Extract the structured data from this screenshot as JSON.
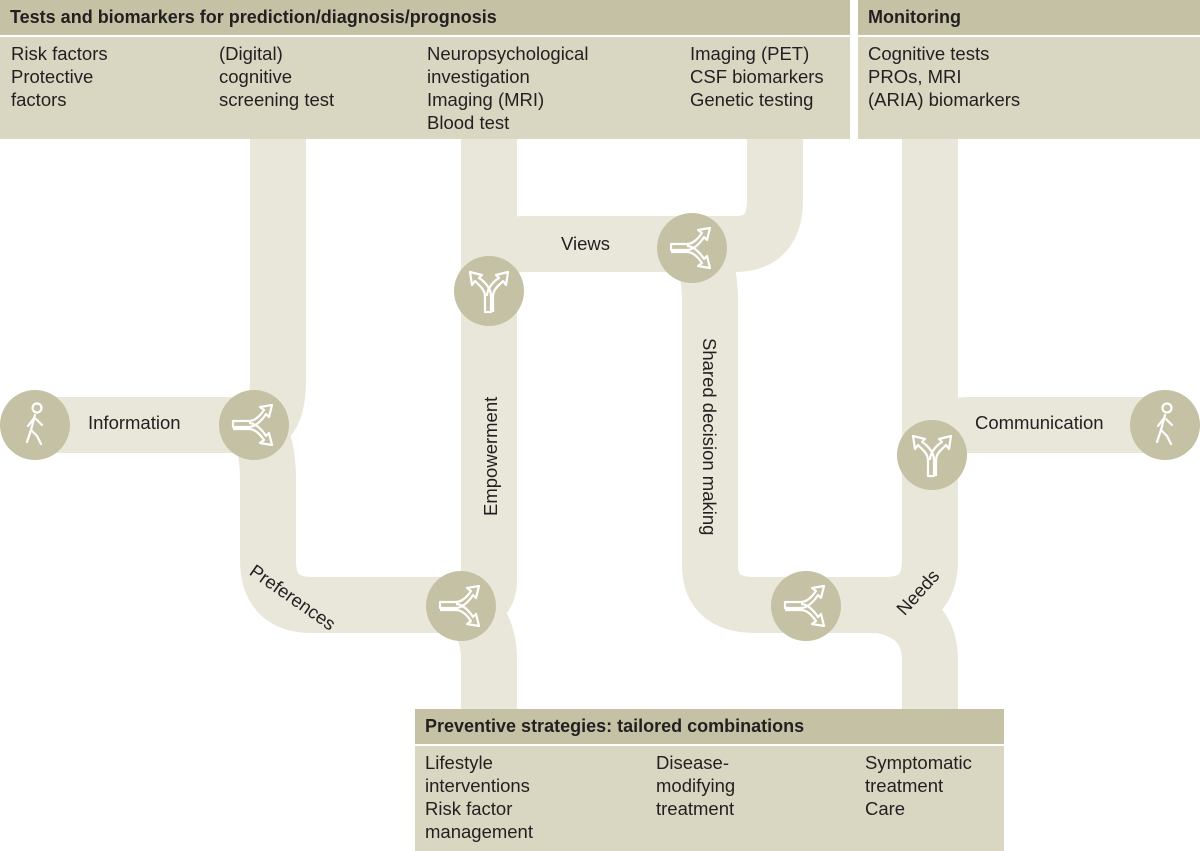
{
  "colors": {
    "road": "#e9e7da",
    "box_fill": "#d9d6c1",
    "box_header": "#c5c1a5",
    "icon_fill": "#c5c1a5",
    "text": "#231f20"
  },
  "tests_box": {
    "title": "Tests and biomarkers for prediction/diagnosis/prognosis",
    "columns": [
      [
        "Risk factors",
        "Protective",
        "factors"
      ],
      [
        "(Digital)",
        "cognitive",
        "screening test"
      ],
      [
        "Neuropsychological",
        "investigation",
        "Imaging (MRI)",
        "Blood test"
      ],
      [
        "Imaging (PET)",
        "CSF biomarkers",
        "Genetic testing"
      ]
    ]
  },
  "monitoring_box": {
    "title": "Monitoring",
    "lines": [
      "Cognitive tests",
      "PROs, MRI",
      "(ARIA) biomarkers"
    ]
  },
  "preventive_box": {
    "title": "Preventive strategies: tailored combinations",
    "columns": [
      [
        "Lifestyle",
        "interventions",
        "Risk factor",
        "management"
      ],
      [
        "Disease-",
        "modifying",
        "treatment"
      ],
      [
        "Symptomatic",
        "treatment",
        "Care"
      ]
    ]
  },
  "path_labels": {
    "information": "Information",
    "preferences": "Preferences",
    "empowerment": "Empowerment",
    "views": "Views",
    "shared_decision_making": "Shared decision making",
    "needs": "Needs",
    "communication": "Communication"
  },
  "icons": [
    "walking-person-icon",
    "merge-arrows-icon",
    "fork-arrows-icon"
  ]
}
